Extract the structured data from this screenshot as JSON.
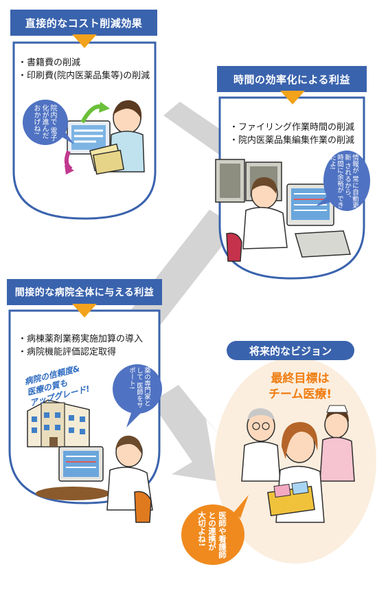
{
  "panels": {
    "direct": {
      "title": "直接的なコスト削減効果",
      "bullets": [
        "・書籍費の削減",
        "・印刷費(院内医薬品集等)の削減"
      ],
      "bubble": "院内で 電子化が進んだ おかげね!"
    },
    "time": {
      "title": "時間の効率化による利益",
      "bullets": [
        "・ファイリング作業時間の削減",
        "・院内医薬品集編集作業の削減"
      ],
      "bubble": "情報が 常に自動更新 されるから、 時間に余裕が できたよ!"
    },
    "indirect": {
      "title": "間接的な病院全体に与える利益",
      "bullets": [
        "・病棟薬剤業務実施加算の導入",
        "・病院機能評価認定取得"
      ],
      "bubble": "薬の専門家として 医師をサポート!",
      "handwritten": [
        "病院の信頼度&",
        "医療の質も",
        "アップグレード!"
      ]
    },
    "future": {
      "label": "将来的なビジョン",
      "goal_lines": [
        "最終目標は",
        "チーム医療!"
      ],
      "bubble": "医師や看護師 との連携が 大切よね!"
    }
  },
  "colors": {
    "panel_blue": "#3a63ad",
    "arrow_orange": "#f2a21b",
    "bubble_blue": "#4f72c2",
    "bubble_orange": "#f08a1e",
    "connector_gray": "#d4d4d4",
    "future_bg": "#fbeede"
  }
}
